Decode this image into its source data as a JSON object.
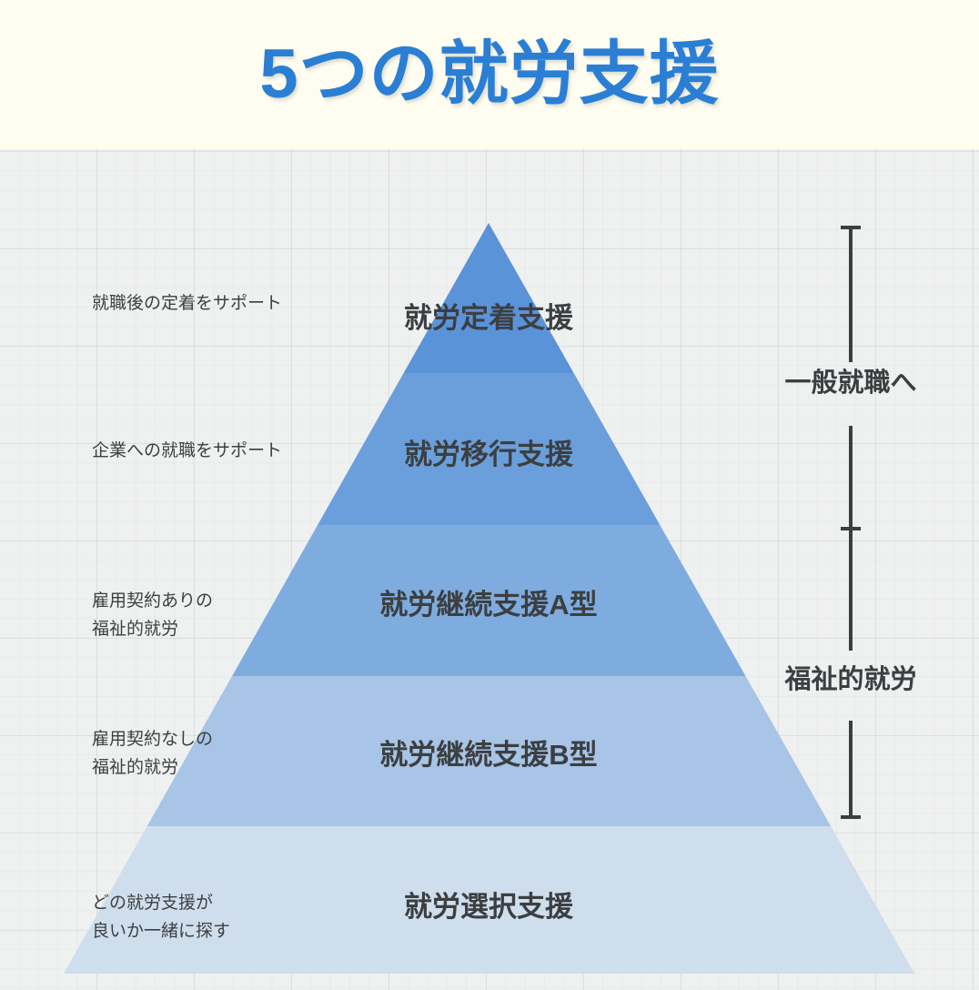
{
  "header": {
    "title": "5つの就労支援",
    "background_color": "#fffdf0",
    "title_color": "#2a7fd4"
  },
  "canvas": {
    "background_color": "#eff0f0",
    "grid": "on"
  },
  "chart_data": {
    "type": "pyramid",
    "title": "5つの就労支援",
    "legend_position": "right",
    "tiers": [
      {
        "index": 1,
        "label": "就労定着支援",
        "caption_lines": [
          "就職後の定着をサポート"
        ],
        "color": "#5b93d9"
      },
      {
        "index": 2,
        "label": "就労移行支援",
        "caption_lines": [
          "企業への就職をサポート"
        ],
        "color": "#6b9fdc"
      },
      {
        "index": 3,
        "label": "就労継続支援A型",
        "caption_lines": [
          "雇用契約ありの",
          "福祉的就労"
        ],
        "color": "#7facdf"
      },
      {
        "index": 4,
        "label": "就労継続支援B型",
        "caption_lines": [
          "雇用契約なしの",
          "福祉的就労"
        ],
        "color": "#a8c4e6"
      },
      {
        "index": 5,
        "label": "就労選択支援",
        "caption_lines": [
          "どの就労支援が",
          "良いか一緒に探す"
        ],
        "color": "#cfdeed"
      }
    ],
    "brackets": [
      {
        "label": "一般就職へ",
        "covers_tiers": [
          "就労定着支援",
          "就労移行支援"
        ]
      },
      {
        "label": "福祉的就労",
        "covers_tiers": [
          "就労継続支援A型",
          "就労継続支援B型"
        ]
      }
    ]
  },
  "tier_labels": {
    "t1": "就労定着支援",
    "t2": "就労移行支援",
    "t3": "就労継続支援A型",
    "t4": "就労継続支援B型",
    "t5": "就労選択支援"
  },
  "captions": {
    "c1_l1": "就職後の定着をサポート",
    "c2_l1": "企業への就職をサポート",
    "c3_l1": "雇用契約ありの",
    "c3_l2": "福祉的就労",
    "c4_l1": "雇用契約なしの",
    "c4_l2": "福祉的就労",
    "c5_l1": "どの就労支援が",
    "c5_l2": "良いか一緒に探す"
  },
  "brackets": {
    "top_label": "一般就職へ",
    "bottom_label": "福祉的就労"
  }
}
